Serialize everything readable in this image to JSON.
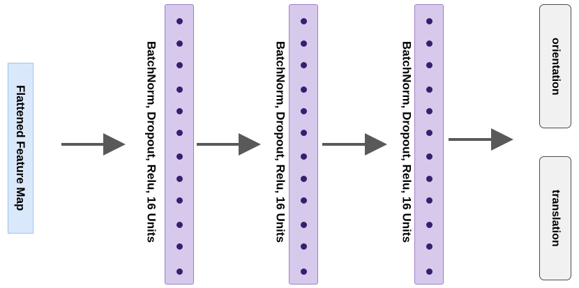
{
  "input_label": "Flattened Feature Map",
  "layers": [
    {
      "label": "BatchNorm, Dropout, Relu, 16 Units"
    },
    {
      "label": "BatchNorm, Dropout, Relu, 16 Units"
    },
    {
      "label": "BatchNorm, Dropout, Relu, 16 Units"
    }
  ],
  "outputs": [
    "orientation",
    "translation"
  ],
  "colors": {
    "input_fill": "#dae8fc",
    "input_border": "#9fc3e7",
    "layer_fill": "#d6c9ec",
    "layer_border": "#9b7fc7",
    "node": "#34206e",
    "arrow": "#595959",
    "output_fill": "#f1f1f1",
    "output_border": "#4a4a4a"
  }
}
